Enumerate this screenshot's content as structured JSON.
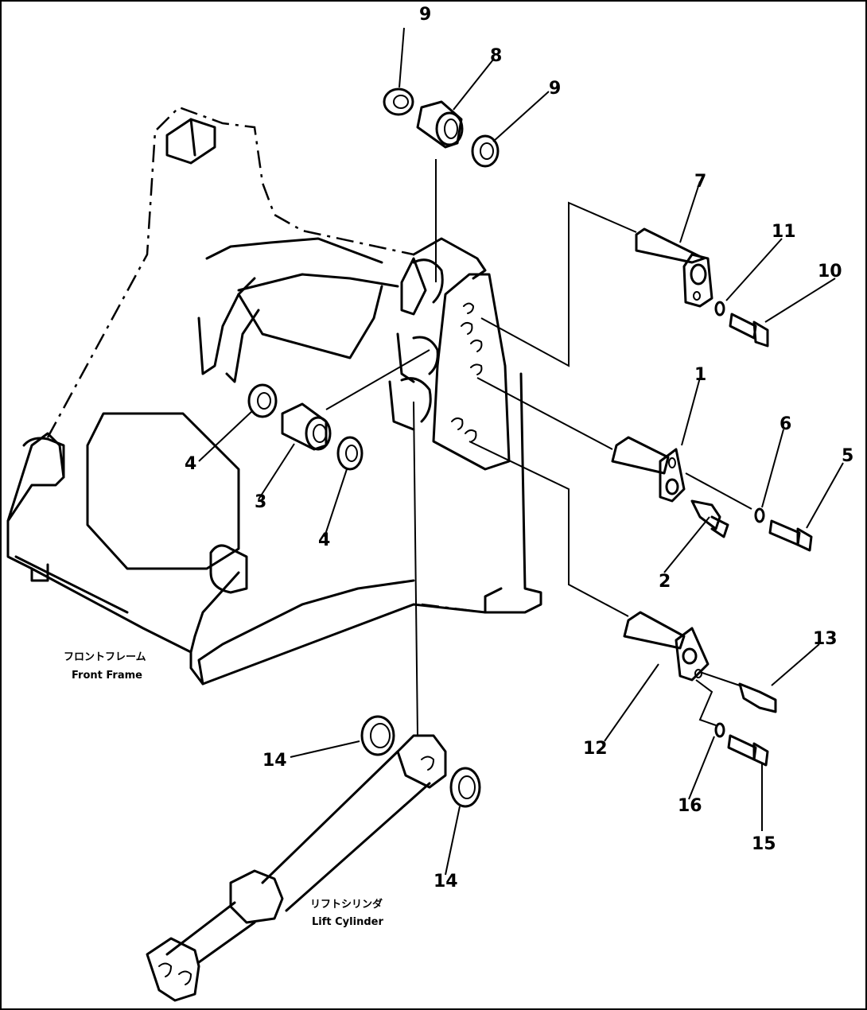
{
  "labels": {
    "front_frame_jp": "フロントフレーム",
    "front_frame_en": "Front Frame",
    "lift_cylinder_jp": "リフトシリンダ",
    "lift_cylinder_en": "Lift Cylinder"
  },
  "callouts": [
    "1",
    "2",
    "3",
    "4",
    "4",
    "5",
    "6",
    "7",
    "8",
    "9",
    "9",
    "10",
    "11",
    "12",
    "13",
    "14",
    "14",
    "15",
    "16"
  ]
}
